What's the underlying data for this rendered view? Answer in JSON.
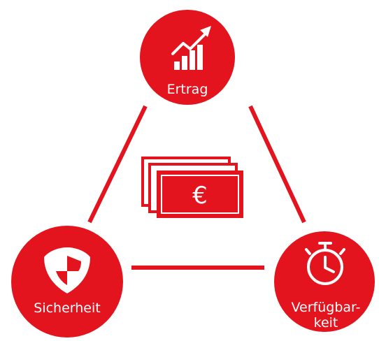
{
  "diagram": {
    "accent_color": "#e3141e",
    "background_color": "#ffffff",
    "nodes": [
      {
        "id": "ertrag",
        "label": "Ertrag",
        "icon": "rising-bar-chart-arrow-icon"
      },
      {
        "id": "sicherheit",
        "label": "Sicherheit",
        "icon": "shield-icon"
      },
      {
        "id": "verfuegbarkeit",
        "label_line1": "Verfügbar-",
        "label_line2": "keit",
        "icon": "stopwatch-icon"
      }
    ],
    "center": {
      "icon": "banknotes-icon",
      "symbol": "€"
    }
  }
}
